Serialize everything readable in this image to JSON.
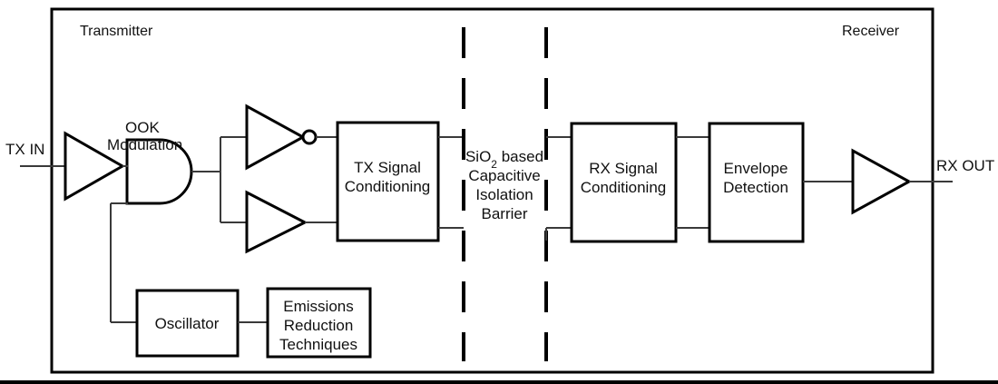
{
  "diagram": {
    "title_ports": {
      "tx_in": "TX IN",
      "rx_out": "RX OUT"
    },
    "sections": {
      "transmitter": "Transmitter",
      "receiver": "Receiver"
    },
    "barrier": {
      "line1": "SiO",
      "sub": "2",
      "line1b": " based",
      "line2": "Capacitive",
      "line3": "Isolation",
      "line4": "Barrier"
    },
    "blocks": {
      "tx_signal_conditioning": {
        "line1": "TX Signal",
        "line2": "Conditioning"
      },
      "rx_signal_conditioning": {
        "line1": "RX Signal",
        "line2": "Conditioning"
      },
      "envelope_detection": {
        "line1": "Envelope",
        "line2": "Detection"
      },
      "oscillator": {
        "line1": "Oscillator"
      },
      "emissions_reduction": {
        "line1": "Emissions",
        "line2": "Reduction",
        "line3": "Techniques"
      }
    },
    "annotations": {
      "ook_modulation_line1": "OOK",
      "ook_modulation_line2": "Modulation"
    },
    "colors": {
      "stroke": "#000000",
      "wire": "#3a3a3a",
      "background": "#ffffff",
      "text": "#111111"
    }
  }
}
